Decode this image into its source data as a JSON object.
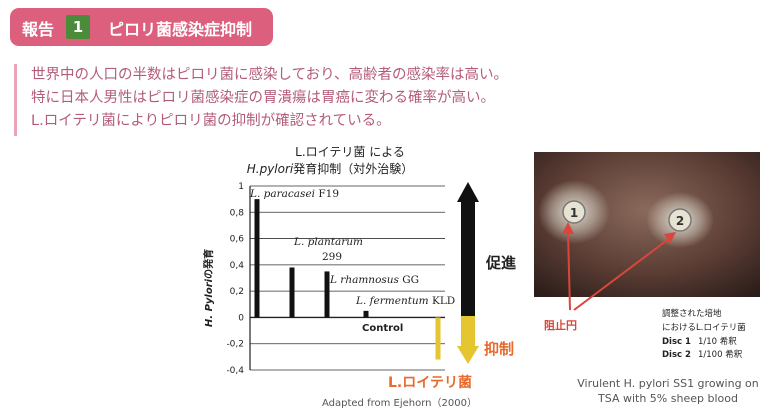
{
  "header": {
    "lead": "報告",
    "number": "1",
    "title": "ピロリ菌感染症抑制"
  },
  "intro": {
    "lines": [
      "世界中の人口の半数はピロリ菌に感染しており、高齢者の感染率は高い。",
      "特に日本人男性はピロリ菌感染症の胃潰瘍は胃癌に変わる確率が高い。",
      "L.ロイテリ菌によりピロリ菌の抑制が確認されている。"
    ]
  },
  "colors": {
    "header_bg": "#dd5f7e",
    "number_bg": "#4a8c3a",
    "intro_text": "#b45d7b",
    "reuteri_bar": "#e6c630",
    "other_bar": "#111111",
    "promote_arrow": "#111111",
    "inhibit_arrow": "#e6c630",
    "reuteri_label": "#e86a2c",
    "inhibit_zone_label": "#d9463b"
  },
  "chart_data": {
    "type": "bar",
    "title": "L.ロイテリ菌 による",
    "title_italic": "H.pylori",
    "title_rest": "発育抑制（対外治験）",
    "ylabel_italic": "H. Pylori",
    "ylabel_rest": "の発育",
    "ylim": [
      -0.4,
      1.0
    ],
    "yticks": [
      "1",
      "0,8",
      "0,6",
      "0,4",
      "0,2",
      "0",
      "-0,2",
      "-0,4"
    ],
    "series": [
      {
        "values": [
          0.9,
          0.38,
          0.35,
          0.05,
          -0.32
        ]
      }
    ],
    "categories": [
      "L. paracasei F19",
      "L. plantarum 299",
      "L rhamnosus GG",
      "L. fermentum KLD",
      "L.ロイテリ菌"
    ],
    "bar_labels": [
      {
        "italic": "L. paracasei",
        "plain": " F19"
      },
      {
        "italic": "L. plantarum",
        "plain": ""
      },
      {
        "italic": "L rhamnosus",
        "plain": " GG"
      },
      {
        "italic": "L. fermentum",
        "plain": " KLD"
      }
    ],
    "bar_label_extra": "299",
    "control_label": "Control",
    "reuteri_label": "L.ロイテリ菌",
    "promote_label": "促進",
    "inhibit_label": "抑制",
    "source": "Adapted from Ejehorn（2000）"
  },
  "photo": {
    "disc1_mark": "1",
    "disc2_mark": "2",
    "inhibit_zone_label": "阻止円",
    "legend_title_lines": [
      "調整された培地",
      "におけるL.ロイテリ菌"
    ],
    "legend_rows": [
      {
        "label": "Disc 1",
        "value": "1/10 希釈"
      },
      {
        "label": "Disc 2",
        "value": "1/100 希釈"
      }
    ],
    "caption_lines": [
      "Virulent H. pylori SS1 growing on",
      "TSA with 5% sheep blood"
    ]
  }
}
